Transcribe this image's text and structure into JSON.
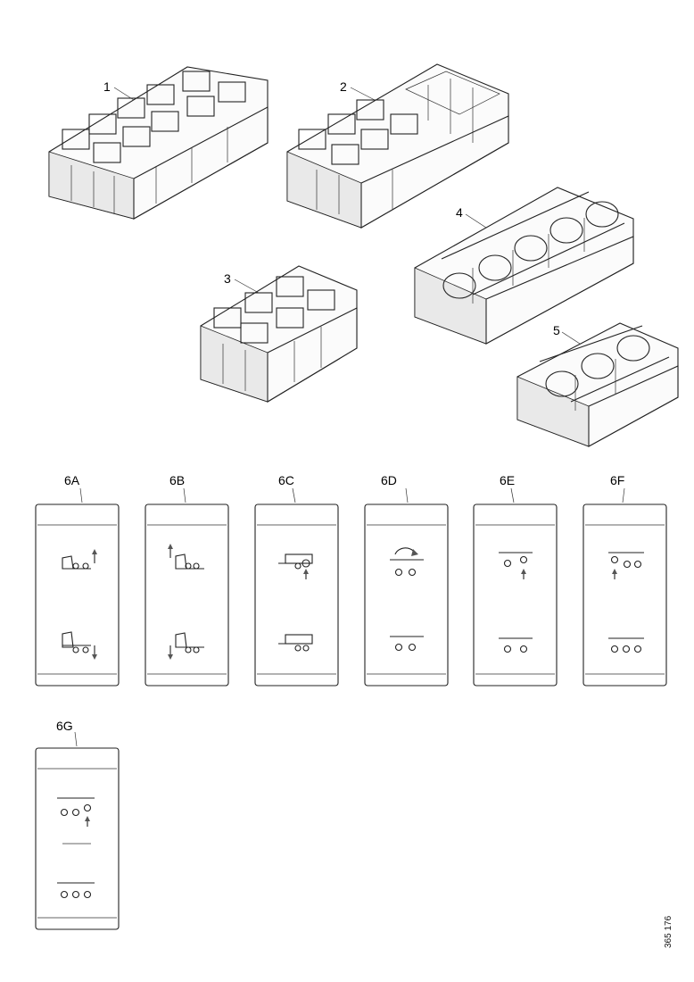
{
  "callouts": {
    "item1": "1",
    "item2": "2",
    "item3": "3",
    "item4": "4",
    "item5": "5"
  },
  "panels": [
    {
      "label": "6A",
      "symbol": "lift-axle-raise-lower-truck-icon"
    },
    {
      "label": "6B",
      "symbol": "lift-front-raise-lower-truck-icon"
    },
    {
      "label": "6C",
      "symbol": "trailer-axle-raise-lower-icon"
    },
    {
      "label": "6D",
      "symbol": "axle-rotate-icon"
    },
    {
      "label": "6E",
      "symbol": "two-axle-raise-icon"
    },
    {
      "label": "6F",
      "symbol": "three-axle-raise-left-icon"
    },
    {
      "label": "6G",
      "symbol": "three-axle-raise-right-icon"
    }
  ],
  "doc_id": "365 176"
}
